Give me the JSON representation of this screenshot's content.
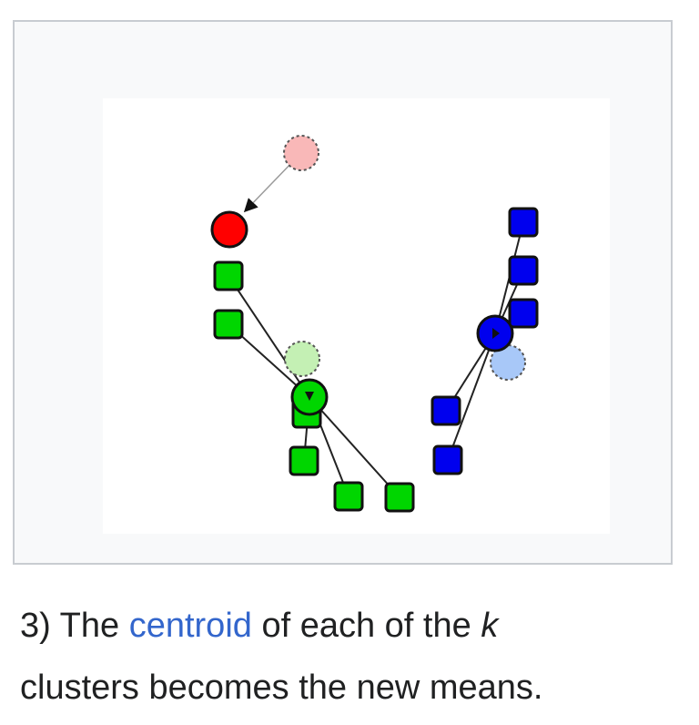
{
  "figure": {
    "step_caption": {
      "prefix": "3) The ",
      "link_text": "centroid",
      "middle": " of each of the ",
      "variable": "k",
      "suffix": "clusters becomes the new means."
    },
    "colors": {
      "frame_background": "#f8f9fa",
      "frame_border": "#c8ccd1",
      "canvas_background": "#ffffff",
      "link": "#3366cc",
      "text": "#202122",
      "red_cluster": "#ff0000",
      "red_old_mean": "#f9b8b8",
      "green_cluster": "#00d600",
      "green_old_mean": "#c4f0b4",
      "blue_cluster": "#0000ee",
      "blue_old_mean": "#a8c8f8",
      "outline": "#111111"
    },
    "clusters": [
      "red",
      "green",
      "blue"
    ],
    "icons": {
      "data_point": "square",
      "new_mean": "circle",
      "old_mean": "dotted-circle",
      "move_arrow": "arrow"
    }
  }
}
